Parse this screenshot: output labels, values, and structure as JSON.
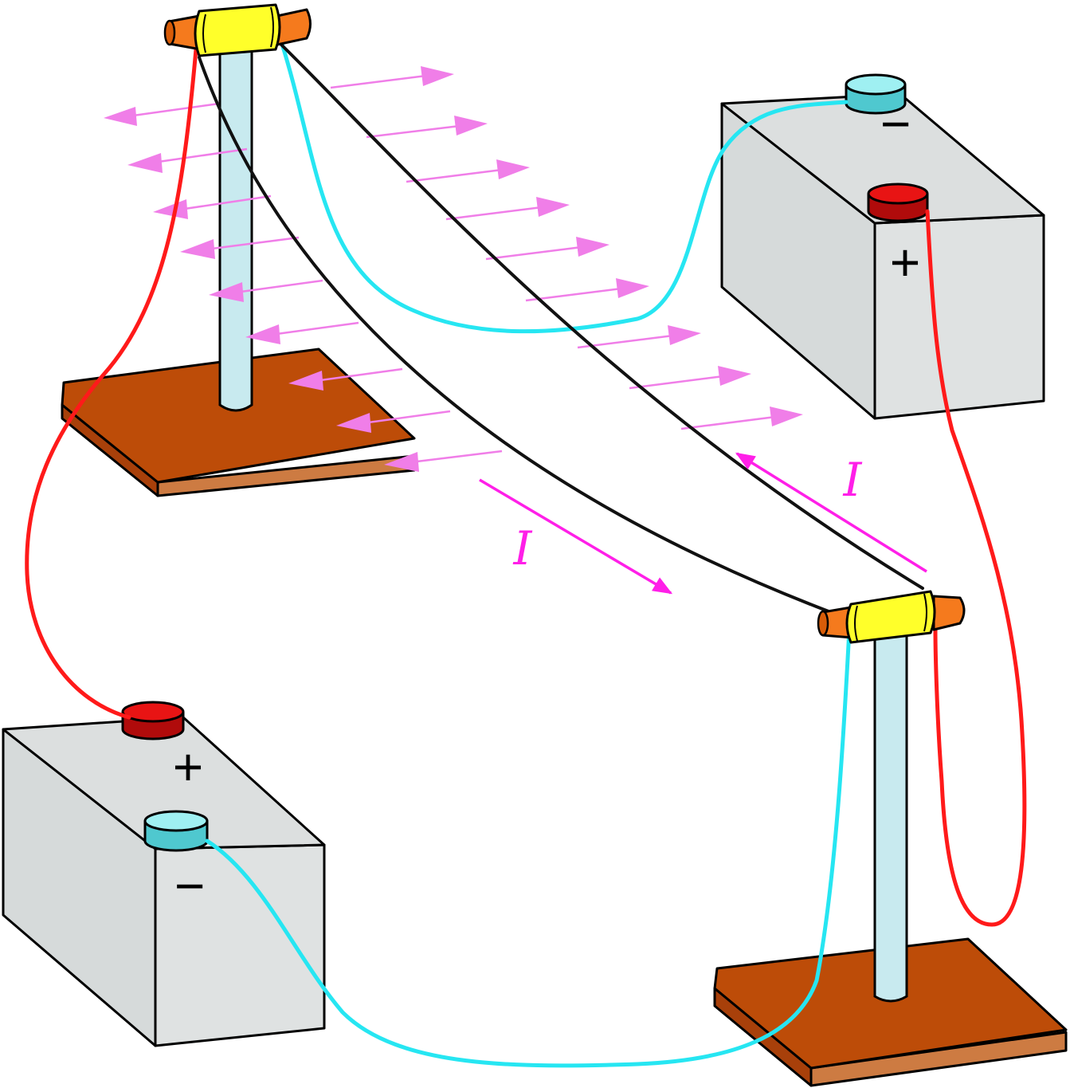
{
  "colors": {
    "background": "#ffffff",
    "wire_red": "#ff1a1a",
    "wire_cyan": "#26e6f2",
    "conductor": "#111111",
    "force_arrows": "#f07ee8",
    "current_arrows": "#ff1fe8",
    "battery_body": "#dfe2e2",
    "base_top": "#bd4c08",
    "base_side": "#cd7b42",
    "pole": "#c8eaef",
    "clamp_body": "#ffff2a",
    "clamp_cap": "#f57a1d",
    "terminal_positive": "#e81414",
    "terminal_negative": "#6fe2e6"
  },
  "current_label_left": "I",
  "current_label_right": "I",
  "battery_top_right": {
    "negative_sign": "−",
    "positive_sign": "+"
  },
  "battery_bottom_left": {
    "positive_sign": "+",
    "negative_sign": "−"
  },
  "force_arrows": {
    "left_wire_direction": "left",
    "right_wire_direction": "right"
  }
}
